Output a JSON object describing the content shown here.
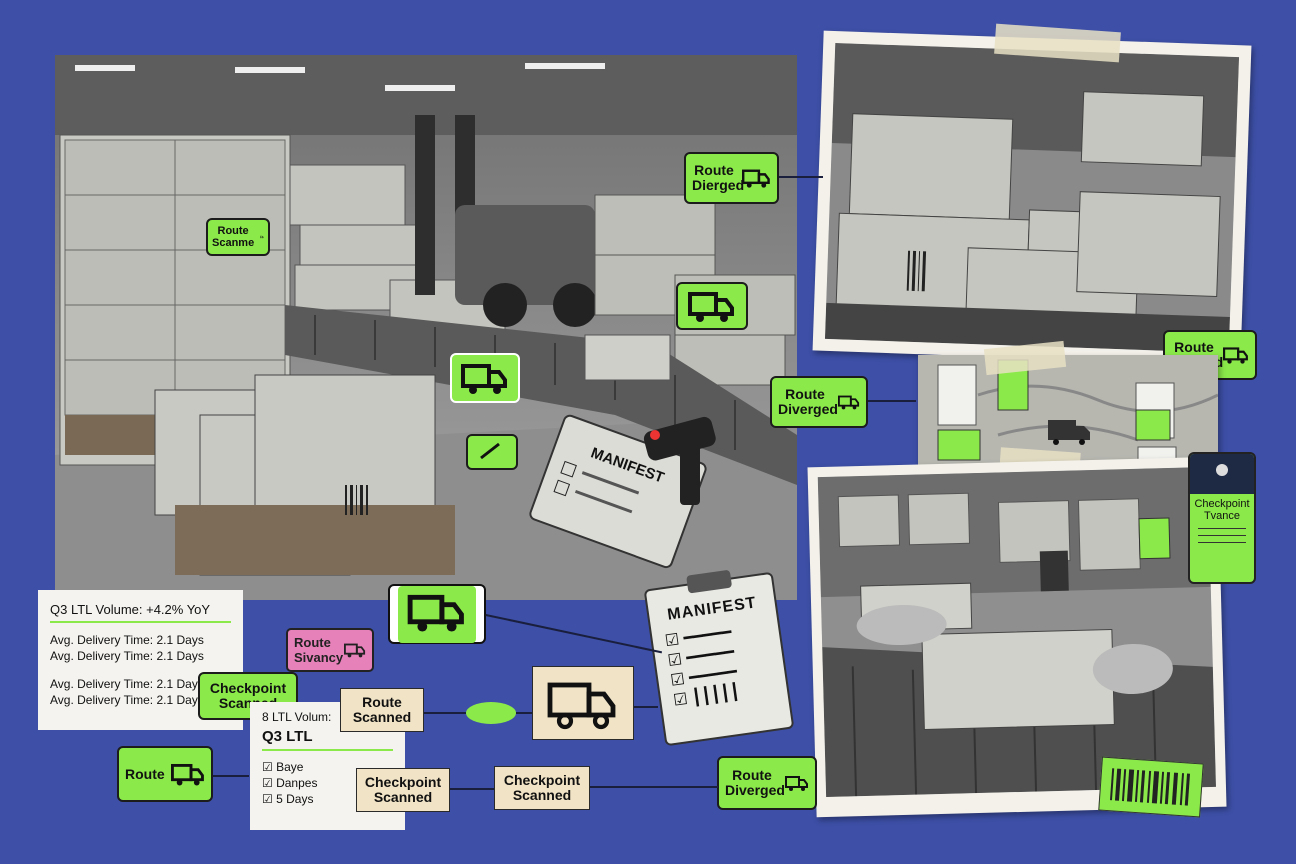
{
  "labels": {
    "route_diverged": "Route Diverged",
    "route_dierged": "Route Dierged",
    "route_scanme": "Route Scanme",
    "route": "Route",
    "route_sivancy": "Route Sivancy",
    "route_scanned": "Route Scanned",
    "checkpoint_scanned": "Checkpoint Scanned",
    "checkpoint_tvance": "Checkpoint Tvance",
    "manifest": "MANIFEST"
  },
  "stats_note": {
    "headline": "Q3 LTL Volume: +4.2% YoY",
    "line1": "Avg. Delivery Time: 2.1 Days",
    "line2": "Avg. Delivery Time: 2.1 Days",
    "line3": "Avg. Delivery Time: 2.1 Days",
    "line4": "Avg. Delivery Time: 2.1 Days"
  },
  "checklist_note": {
    "title_small": "8 LTL Volum:",
    "title": "Q3 LTL",
    "items": [
      "Baye",
      "Danpes",
      "5 Days"
    ]
  },
  "colors": {
    "background": "#3d4fa6",
    "accent_green": "#8bea4a",
    "beige": "#f1e3c5",
    "pink": "#e781b9"
  },
  "icons": [
    "truck-icon",
    "checkbox-icon",
    "barcode-icon",
    "scanner-icon"
  ]
}
